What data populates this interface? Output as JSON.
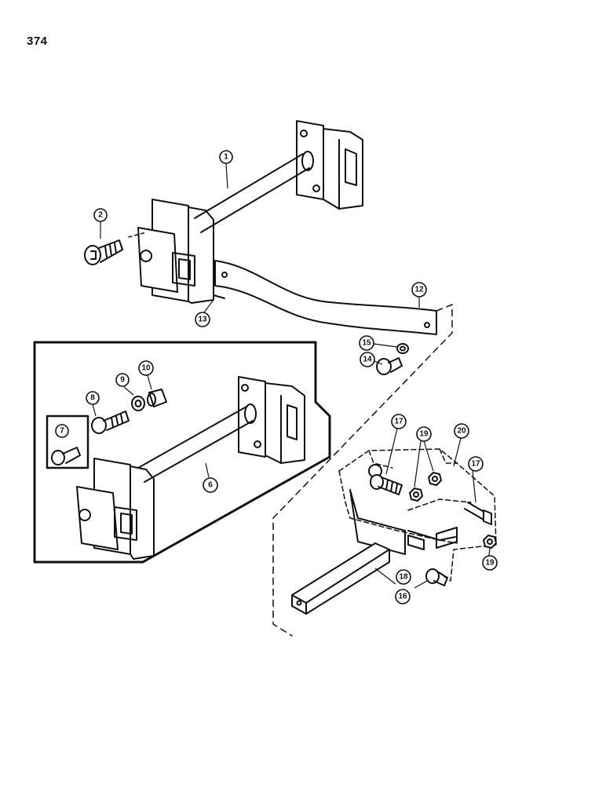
{
  "page_number": "374",
  "callouts": [
    {
      "id": "c1",
      "label": "1"
    },
    {
      "id": "c2",
      "label": "2"
    },
    {
      "id": "c6",
      "label": "6"
    },
    {
      "id": "c7",
      "label": "7"
    },
    {
      "id": "c8",
      "label": "8"
    },
    {
      "id": "c9",
      "label": "9"
    },
    {
      "id": "c10",
      "label": "10"
    },
    {
      "id": "c12",
      "label": "12"
    },
    {
      "id": "c13",
      "label": "13"
    },
    {
      "id": "c14",
      "label": "14"
    },
    {
      "id": "c15",
      "label": "15"
    },
    {
      "id": "c16",
      "label": "16"
    },
    {
      "id": "c17a",
      "label": "17"
    },
    {
      "id": "c17b",
      "label": "17"
    },
    {
      "id": "c18",
      "label": "18"
    },
    {
      "id": "c19a",
      "label": "19"
    },
    {
      "id": "c19b",
      "label": "19"
    },
    {
      "id": "c20",
      "label": "20"
    }
  ]
}
